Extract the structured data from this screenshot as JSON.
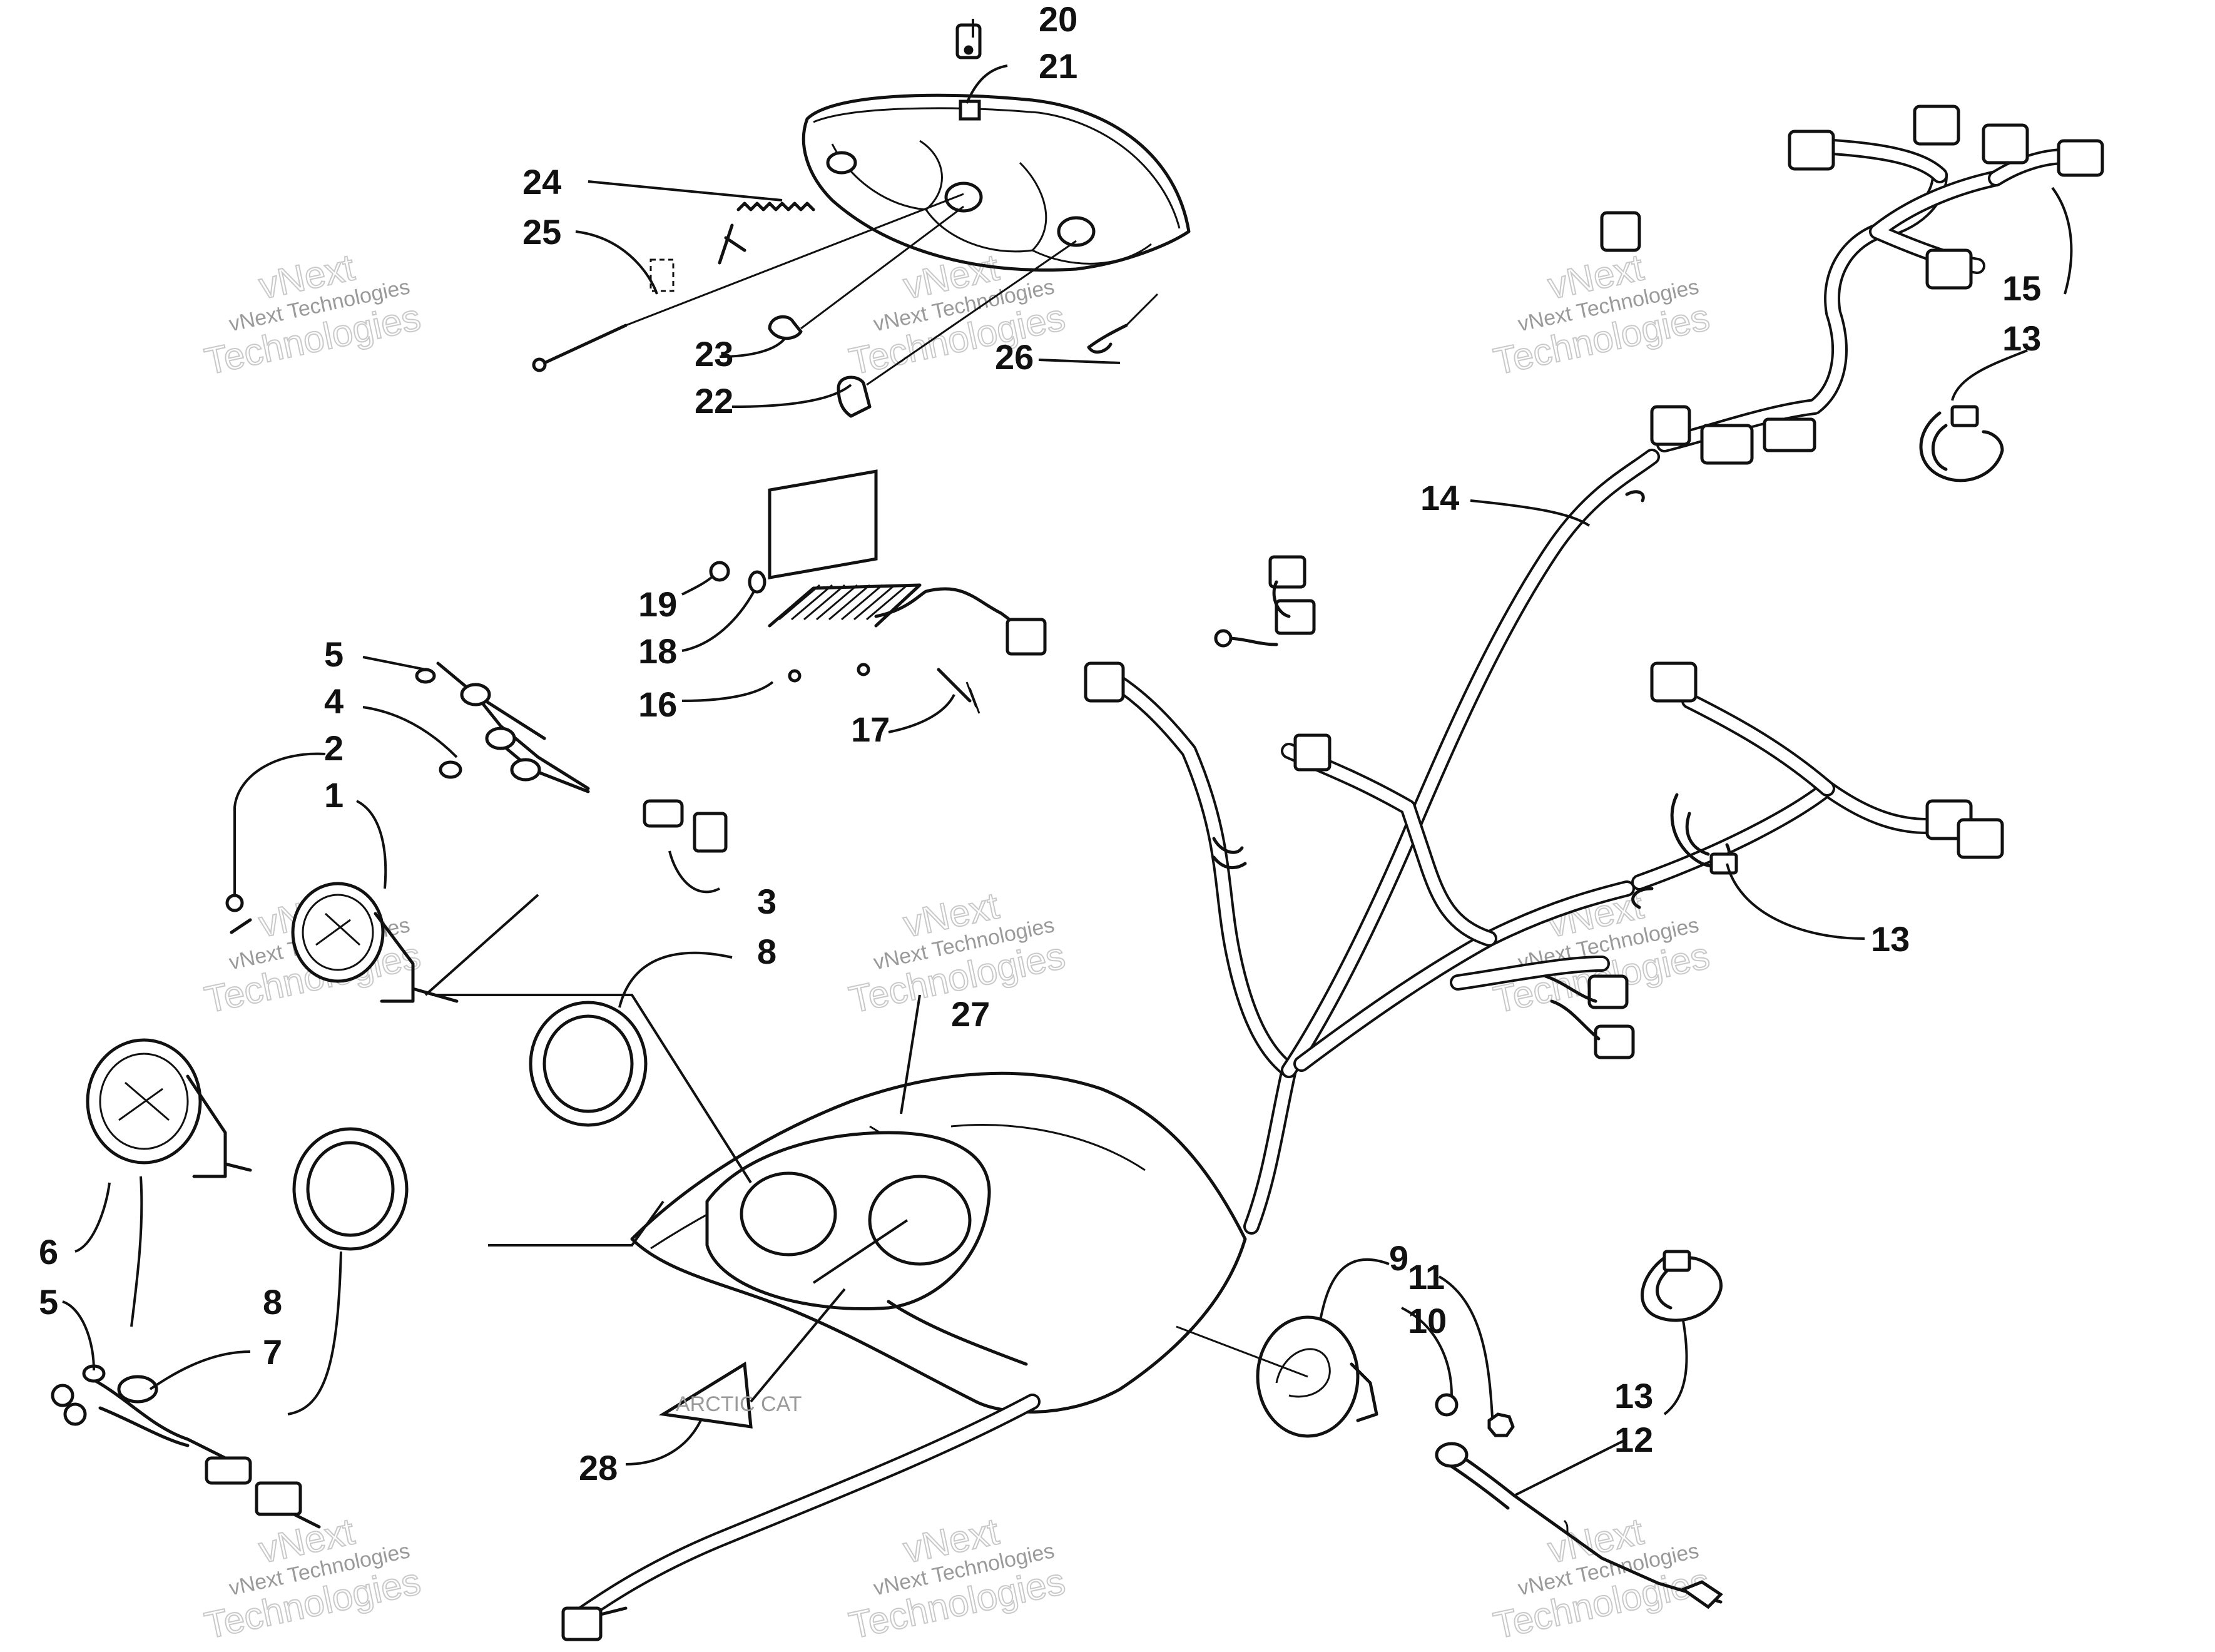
{
  "watermark": {
    "line1": "vNext Technologies",
    "line2": "Technologies",
    "back": "vNext"
  },
  "callouts": [
    "1",
    "2",
    "3",
    "4",
    "5",
    "5",
    "6",
    "7",
    "8",
    "8",
    "9",
    "10",
    "11",
    "12",
    "13",
    "13",
    "13",
    "14",
    "15",
    "16",
    "17",
    "18",
    "19",
    "20",
    "21",
    "22",
    "23",
    "24",
    "25",
    "26",
    "27",
    "28"
  ],
  "decal_text": "ARCTIC CAT",
  "colors": {
    "ink": "#111111",
    "paper": "#ffffff",
    "watermark": "#9a9a9a"
  }
}
